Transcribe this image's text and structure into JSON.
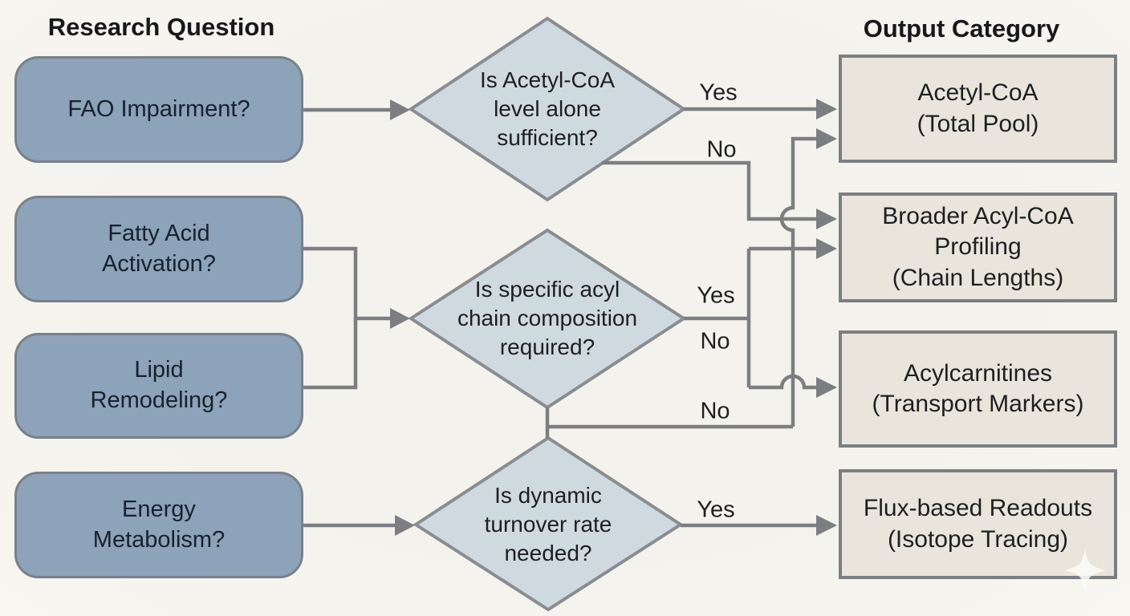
{
  "headers": {
    "left": "Research Question",
    "right": "Output Category"
  },
  "questions": [
    {
      "lines": [
        "FAO Impairment?"
      ]
    },
    {
      "lines": [
        "Fatty Acid",
        "Activation?"
      ]
    },
    {
      "lines": [
        "Lipid",
        "Remodeling?"
      ]
    },
    {
      "lines": [
        "Energy",
        "Metabolism?"
      ]
    }
  ],
  "decisions": [
    {
      "lines": [
        "Is Acetyl-CoA",
        "level alone",
        "sufficient?"
      ]
    },
    {
      "lines": [
        "Is specific acyl",
        "chain composition",
        "required?"
      ]
    },
    {
      "lines": [
        "Is dynamic",
        "turnover rate",
        "needed?"
      ]
    }
  ],
  "outputs": [
    {
      "lines": [
        "Acetyl-CoA",
        "(Total Pool)"
      ]
    },
    {
      "lines": [
        "Broader Acyl-CoA",
        "Profiling",
        "(Chain Lengths)"
      ]
    },
    {
      "lines": [
        "Acylcarnitines",
        "(Transport Markers)"
      ]
    },
    {
      "lines": [
        "Flux-based Readouts",
        "(Isotope Tracing)"
      ]
    }
  ],
  "edge_labels": {
    "d1_yes": "Yes",
    "d1_no": "No",
    "d2_yes": "Yes",
    "d2_no": "No",
    "d2_bottom_no": "No",
    "d3_yes": "Yes"
  },
  "colors": {
    "background": "#f4f2ec",
    "question-fill": "#8ca3b9",
    "question-border": "#79808a",
    "question-text": "#17222e",
    "diamond-fill": "#cfd9e0",
    "diamond-border": "#898d90",
    "output-fill": "#e9e5dc",
    "output-border": "#7b7f82",
    "line-color": "#7b7f82",
    "text-color": "#1d1f21",
    "header-color": "#17181a",
    "sparkle-color": "#fcfbf6"
  }
}
